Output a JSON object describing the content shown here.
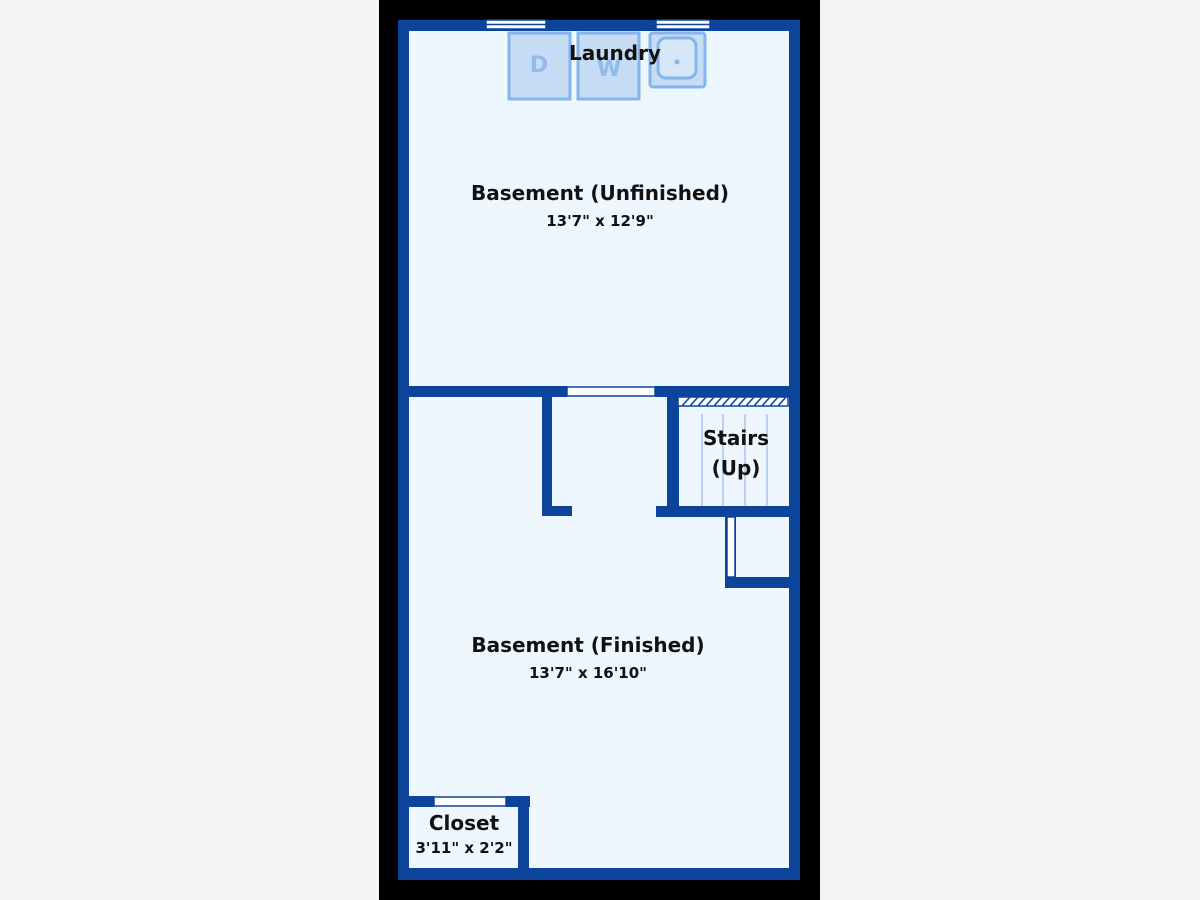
{
  "colors": {
    "page_bg": "#f4f4f7",
    "frame": "#000000",
    "floor": "#eef7fd",
    "wall": "#0b449a",
    "appliance_fill": "#c5dcf4",
    "appliance_stroke": "#86b5ec",
    "text": "#111111"
  },
  "rooms": {
    "laundry": {
      "name": "Laundry"
    },
    "basement_unfinished": {
      "name": "Basement (Unfinished)",
      "dimensions": "13'7\" x 12'9\""
    },
    "stairs": {
      "name_line1": "Stairs",
      "name_line2": "(Up)"
    },
    "basement_finished": {
      "name": "Basement (Finished)",
      "dimensions": "13'7\" x 16'10\""
    },
    "closet": {
      "name": "Closet",
      "dimensions": "3'11\" x 2'2\""
    }
  },
  "appliances": {
    "dryer": {
      "letter": "D",
      "icon": "dryer-icon"
    },
    "washer": {
      "letter": "W",
      "icon": "washer-icon"
    },
    "sink": {
      "icon": "sink-icon"
    }
  }
}
